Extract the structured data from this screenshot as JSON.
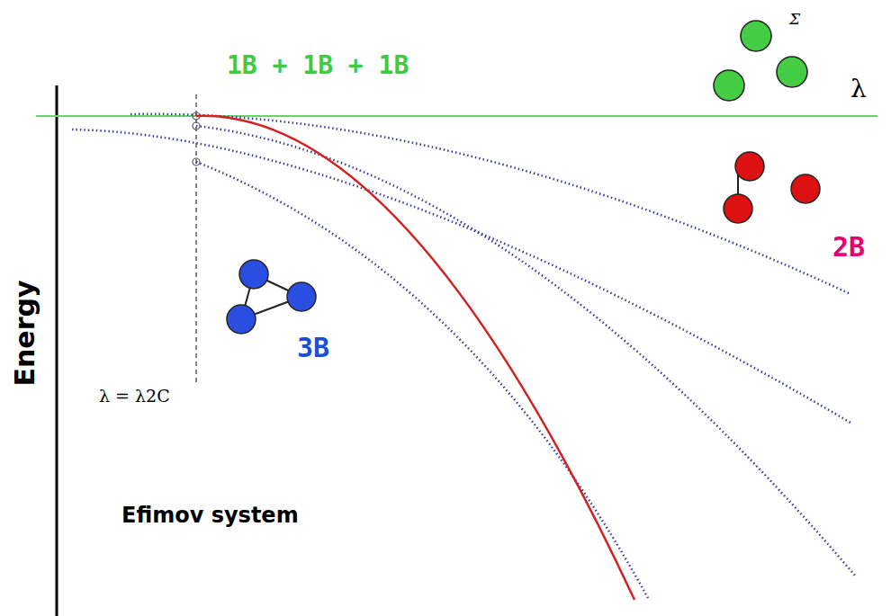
{
  "diagram": {
    "labels": [
      "Σ",
      "1B + 1B + 1B",
      "λ",
      "2B",
      "3B",
      "Energy",
      "λ = λ2C",
      "Efimov system"
    ]
  }
}
